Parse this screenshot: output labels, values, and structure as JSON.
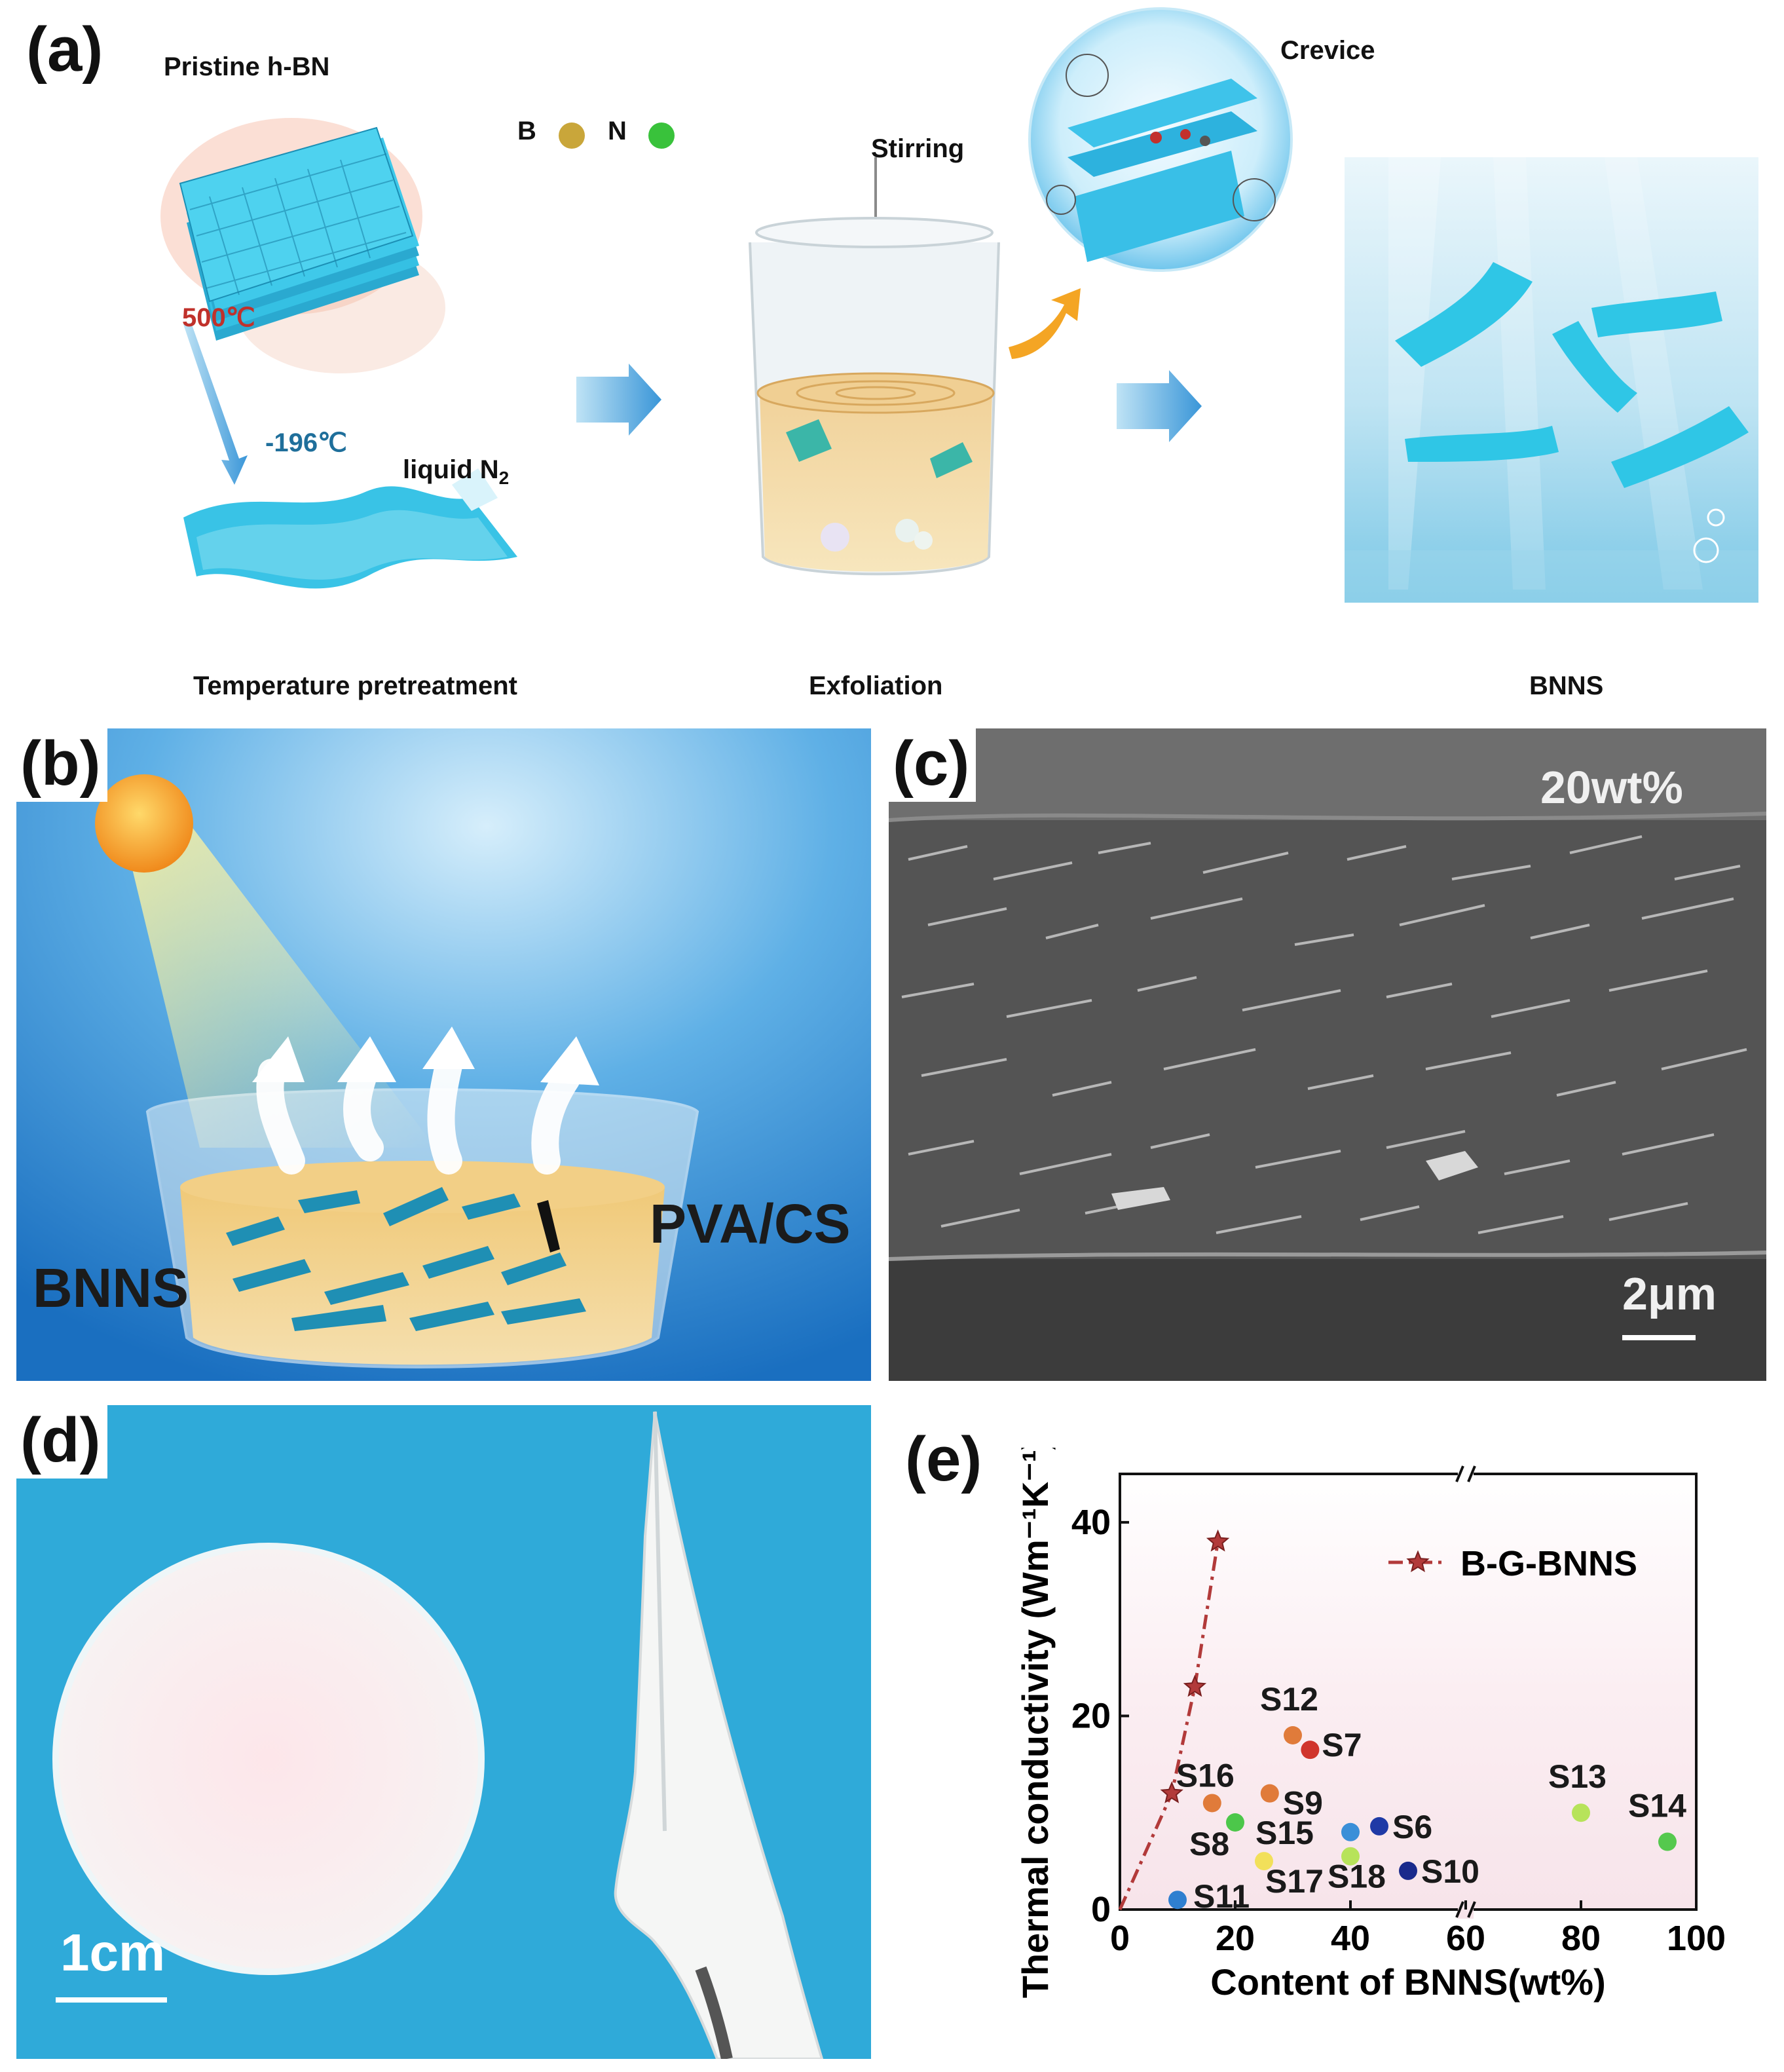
{
  "panel_a": {
    "label": "(a)",
    "pristine": "Pristine h-BN",
    "element_b": "B",
    "element_n": "N",
    "temp_high": "500℃",
    "temp_low": "-196℃",
    "liquid_n2": "liquid N",
    "liquid_n2_sub": "2",
    "stirring": "Stirring",
    "crevice": "Crevice",
    "stage_1": "Temperature pretreatment",
    "stage_2": "Exfoliation",
    "stage_3": "BNNS",
    "colors": {
      "boron": "#c9a63a",
      "nitrogen": "#39c23b",
      "sheet": "#2fc6e6"
    }
  },
  "panel_b": {
    "label": "(b)",
    "bnns": "BNNS",
    "pva_cs": "PVA/CS"
  },
  "panel_c": {
    "label": "(c)",
    "content": "20wt%",
    "scale": "2μm"
  },
  "panel_d": {
    "label": "(d)",
    "scale": "1cm"
  },
  "panel_e": {
    "label": "(e)"
  },
  "chart_data": {
    "type": "scatter",
    "title": "",
    "xlabel": "Content of BNNS(wt%)",
    "ylabel": "Thermal conductivity (Wm⁻¹K⁻¹)",
    "xlim": [
      0,
      100
    ],
    "ylim": [
      0,
      45
    ],
    "x_ticks": [
      "0",
      "20",
      "40",
      "60",
      "80",
      "100"
    ],
    "y_ticks": [
      "0",
      "20",
      "40"
    ],
    "x_axis_break": 60,
    "legend": {
      "position": "top-right"
    },
    "series": [
      {
        "name": "B-G-BNNS",
        "style": "dash-dot line with star markers",
        "color": "#b23a3a",
        "points": [
          {
            "x": 0,
            "y": 0
          },
          {
            "x": 9,
            "y": 12
          },
          {
            "x": 13,
            "y": 23
          },
          {
            "x": 17,
            "y": 38
          }
        ]
      },
      {
        "name": "",
        "style": "labeled circle markers",
        "points": [
          {
            "label": "S6",
            "x": 45,
            "y": 8.6,
            "color": "#1f3aa6"
          },
          {
            "label": "S7",
            "x": 33,
            "y": 16.5,
            "color": "#d0342c"
          },
          {
            "label": "S8",
            "x": 20,
            "y": 9,
            "color": "#4cc74a"
          },
          {
            "label": "S9",
            "x": 26,
            "y": 12,
            "color": "#e07b3a"
          },
          {
            "label": "S10",
            "x": 50,
            "y": 4,
            "color": "#1a2a8c"
          },
          {
            "label": "S11",
            "x": 10,
            "y": 1,
            "color": "#2f7fd0"
          },
          {
            "label": "S12",
            "x": 30,
            "y": 18,
            "color": "#e07b3a"
          },
          {
            "label": "S13",
            "x": 80,
            "y": 10,
            "color": "#b7e35a"
          },
          {
            "label": "S14",
            "x": 95,
            "y": 7,
            "color": "#55c94e"
          },
          {
            "label": "S15",
            "x": 40,
            "y": 8,
            "color": "#3a8fd8"
          },
          {
            "label": "S16",
            "x": 16,
            "y": 11,
            "color": "#e07b3a"
          },
          {
            "label": "S17",
            "x": 25,
            "y": 5,
            "color": "#f2e05a"
          },
          {
            "label": "S18",
            "x": 40,
            "y": 5.5,
            "color": "#b7e35a"
          }
        ]
      }
    ]
  }
}
